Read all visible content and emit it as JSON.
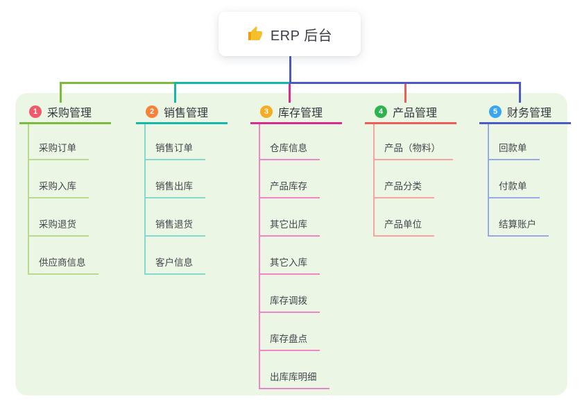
{
  "root": {
    "title": "ERP 后台",
    "icon": "thumbs-up-icon"
  },
  "colors": {
    "panel_bg": "#ebf7e4",
    "connector_blue": "#4a58c8",
    "root_text": "#3c3c46"
  },
  "branches": [
    {
      "num": "1",
      "title": "采购管理",
      "line_color": "#7cb93f",
      "light_color": "#b7db8e",
      "badge_color": "#ee5a6a",
      "children": [
        "采购订单",
        "采购入库",
        "采购退货",
        "供应商信息"
      ]
    },
    {
      "num": "2",
      "title": "销售管理",
      "line_color": "#14b8a8",
      "light_color": "#84d8cd",
      "badge_color": "#f5813a",
      "children": [
        "销售订单",
        "销售出库",
        "销售退货",
        "客户信息"
      ]
    },
    {
      "num": "3",
      "title": "库存管理",
      "line_color": "#d92a8e",
      "light_color": "#ef85c4",
      "badge_color": "#f6ad22",
      "children": [
        "仓库信息",
        "产品库存",
        "其它出库",
        "其它入库",
        "库存调拨",
        "库存盘点",
        "出库库明细"
      ]
    },
    {
      "num": "4",
      "title": "产品管理",
      "line_color": "#f15b58",
      "light_color": "#f7a39f",
      "badge_color": "#2fb350",
      "children": [
        "产品（物料）",
        "产品分类",
        "产品单位"
      ]
    },
    {
      "num": "5",
      "title": "财务管理",
      "line_color": "#4a58c8",
      "light_color": "#97a9e8",
      "badge_color": "#3aa5f2",
      "children": [
        "回款单",
        "付款单",
        "结算账户"
      ]
    }
  ]
}
